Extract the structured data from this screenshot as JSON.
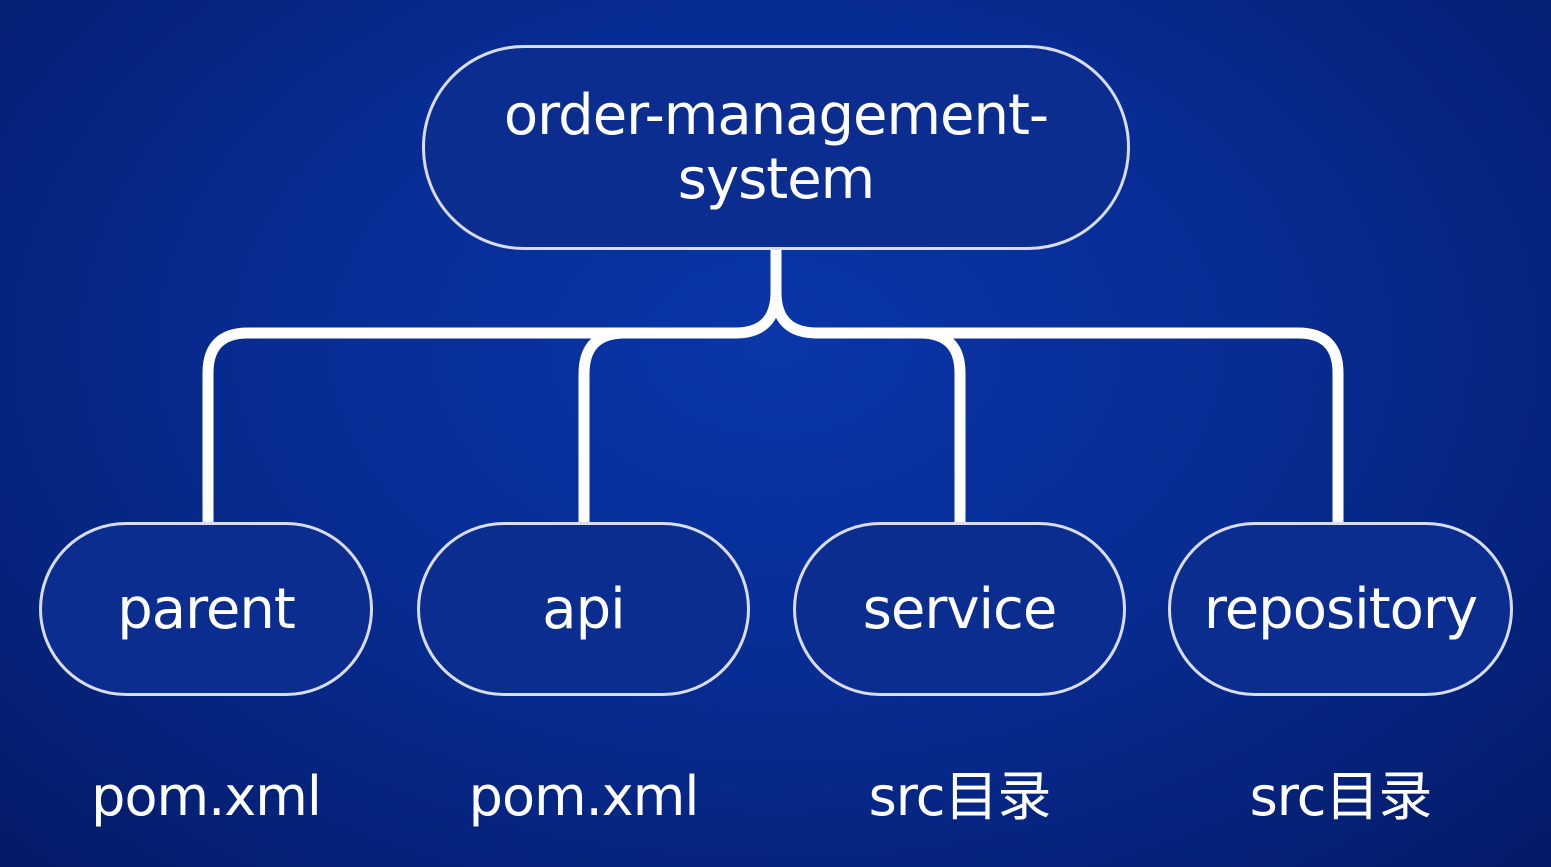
{
  "colors": {
    "background": "#072c93",
    "node_fill": "#0a2d8f",
    "node_border": "#d8dcf4",
    "connector": "#ffffff",
    "text": "#ffffff"
  },
  "root": {
    "line1": "order-management-",
    "line2": "system"
  },
  "modules": [
    {
      "label": "parent",
      "caption": "pom.xml"
    },
    {
      "label": "api",
      "caption": "pom.xml"
    },
    {
      "label": "service",
      "caption": "src目录"
    },
    {
      "label": "repository",
      "caption": "src目录"
    }
  ]
}
